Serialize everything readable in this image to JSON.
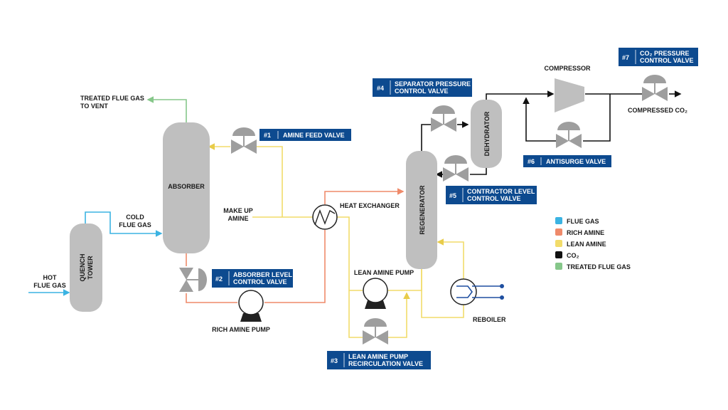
{
  "labels": {
    "treated_vent_1": "TREATED FLUE GAS",
    "treated_vent_2": "TO VENT",
    "absorber": "ABSORBER",
    "quench_1": "QUENCH",
    "quench_2": "TOWER",
    "hot_flue_1": "HOT",
    "hot_flue_2": "FLUE GAS",
    "cold_flue_1": "COLD",
    "cold_flue_2": "FLUE GAS",
    "make_up_1": "MAKE UP",
    "make_up_2": "AMINE",
    "heat_exchanger": "HEAT EXCHANGER",
    "regenerator": "REGENERATOR",
    "dehydrator": "DEHYDRATOR",
    "compressor": "COMPRESSOR",
    "compressed_co2": "COMPRESSED CO₂",
    "rich_amine_pump": "RICH AMINE PUMP",
    "lean_amine_pump": "LEAN AMINE PUMP",
    "reboiler": "REBOILER"
  },
  "valves": [
    {
      "num": "#1",
      "line1": "AMINE FEED VALVE",
      "line2": ""
    },
    {
      "num": "#2",
      "line1": "ABSORBER LEVEL",
      "line2": "CONTROL VALVE"
    },
    {
      "num": "#3",
      "line1": "LEAN AMINE PUMP",
      "line2": "RECIRCULATION VALVE"
    },
    {
      "num": "#4",
      "line1": "SEPARATOR PRESSURE",
      "line2": "CONTROL VALVE"
    },
    {
      "num": "#5",
      "line1": "CONTRACTOR LEVEL",
      "line2": "CONTROL VALVE"
    },
    {
      "num": "#6",
      "line1": "ANTISURGE VALVE",
      "line2": ""
    },
    {
      "num": "#7",
      "line1": "CO₂ PRESSURE",
      "line2": "CONTROL VALVE"
    }
  ],
  "legend": [
    {
      "label": "FLUE GAS",
      "color": "#3bb3e2"
    },
    {
      "label": "RICH AMINE",
      "color": "#ef8a6a"
    },
    {
      "label": "LEAN AMINE",
      "color": "#f2dc6a"
    },
    {
      "label": "CO₂",
      "color": "#111111"
    },
    {
      "label": "TREATED FLUE GAS",
      "color": "#86c78a"
    }
  ]
}
